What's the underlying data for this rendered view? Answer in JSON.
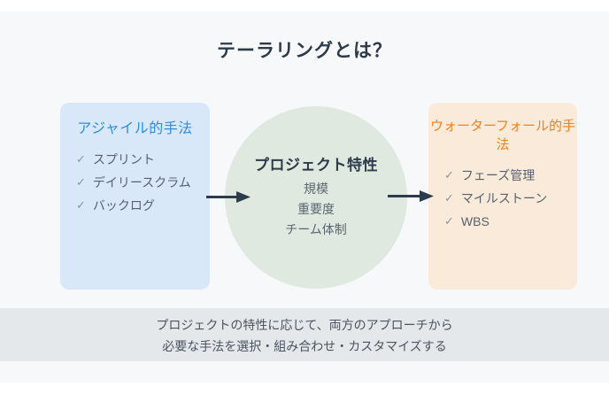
{
  "title": "テーラリングとは？",
  "agile_box": {
    "title": "アジャイル的手法",
    "items": [
      "スプリント",
      "デイリースクラム",
      "バックログ"
    ]
  },
  "project_circle": {
    "title": "プロジェクト特性",
    "items": [
      "規模",
      "重要度",
      "チーム体制"
    ]
  },
  "waterfall_box": {
    "title": "ウォーターフォール的手法",
    "items": [
      "フェーズ管理",
      "マイルストーン",
      "WBS"
    ]
  },
  "footer": {
    "line1": "プロジェクトの特性に応じて、両方のアプローチから",
    "line2": "必要な手法を選択・組み合わせ・カスタマイズする"
  },
  "icons": {
    "check": "✓"
  },
  "colors": {
    "canvas": "#f7f8fa",
    "agile_bg": "#d9e8f9",
    "agile_accent": "#2e8ce0",
    "waterfall_bg": "#faead9",
    "waterfall_accent": "#ef811f",
    "circle_bg": "#dfe9df",
    "arrow": "#2d3b4e",
    "heading_text": "#2c3a4a",
    "body_text": "#57616c",
    "check_mark": "#8b949d",
    "footer_bg": "#e5e8ea",
    "footer_text": "#4a5460"
  }
}
